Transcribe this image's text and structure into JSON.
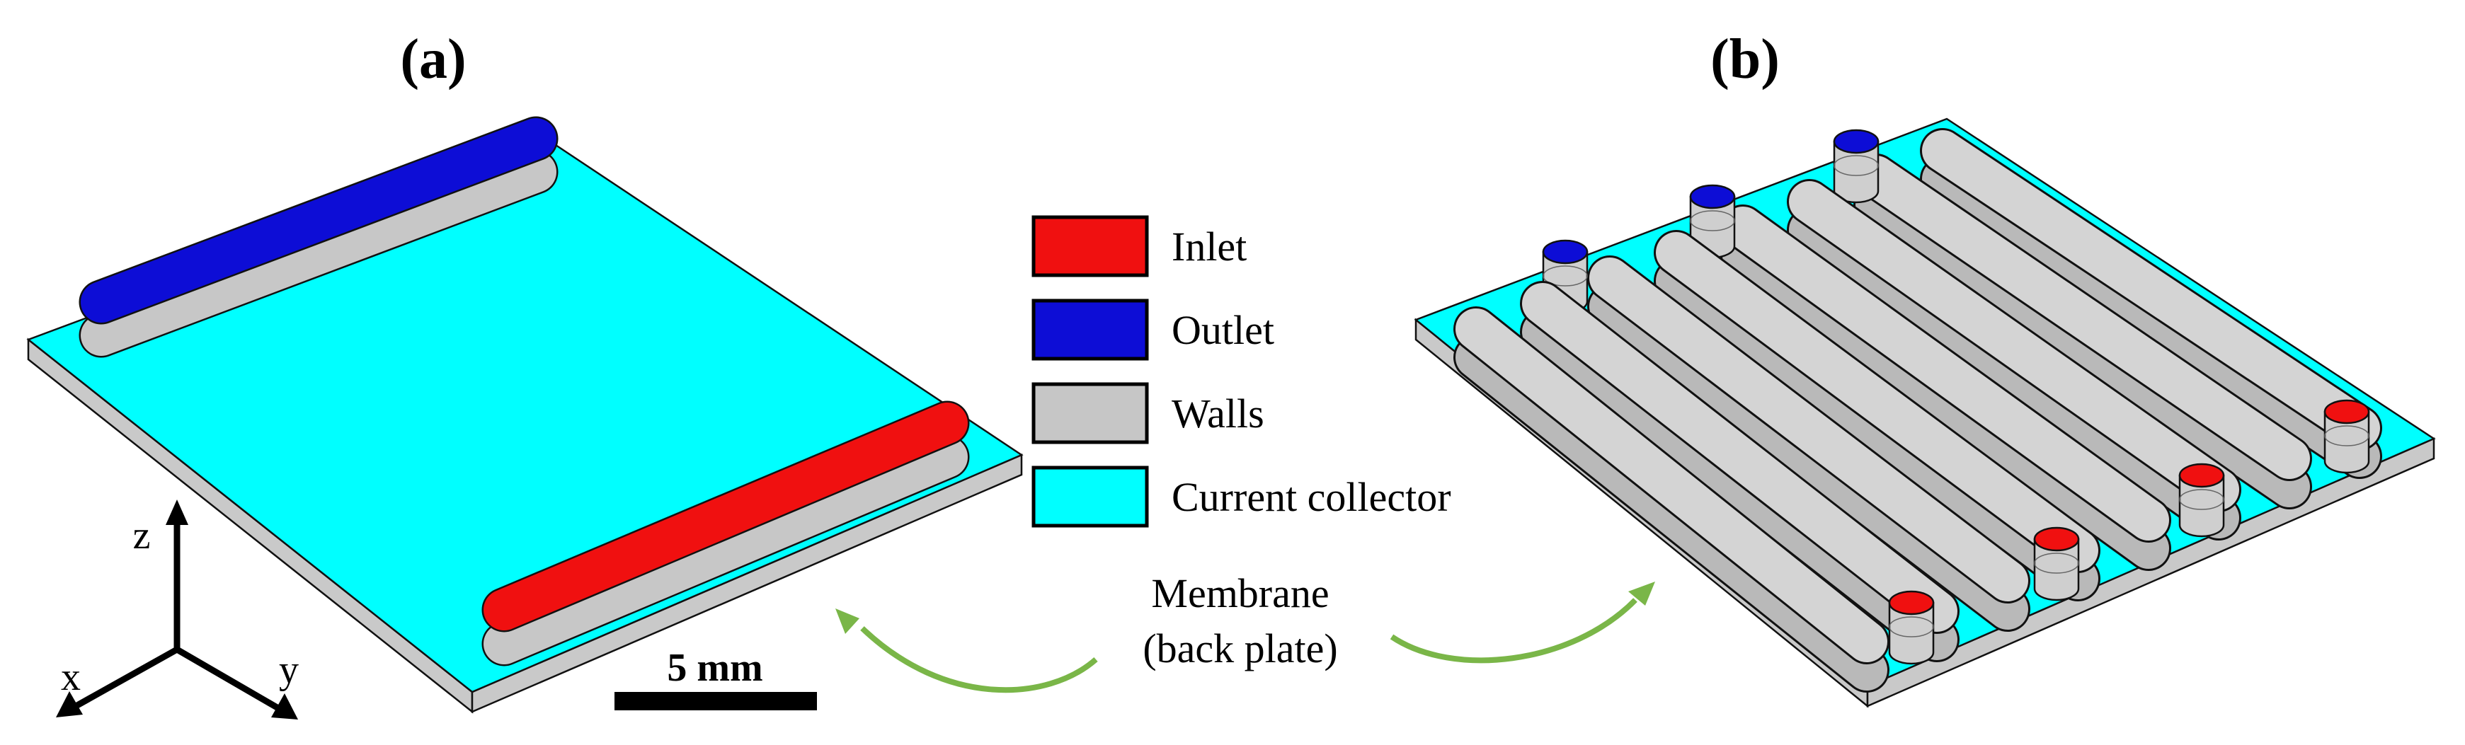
{
  "figure": {
    "panel_a": {
      "label": "(a)",
      "description": "flow-through cell: one inlet channel bar and one outlet channel bar on a current collector plate",
      "ports": [
        {
          "type": "outlet",
          "shape": "bar"
        },
        {
          "type": "inlet",
          "shape": "bar"
        }
      ]
    },
    "panel_b": {
      "label": "(b)",
      "description": "interdigitated cell: eight walls with alternating inlet and outlet holes on a current collector plate",
      "walls_count": 8,
      "ports": [
        {
          "type": "outlet",
          "shape": "cylinder"
        },
        {
          "type": "outlet",
          "shape": "cylinder"
        },
        {
          "type": "outlet",
          "shape": "cylinder"
        },
        {
          "type": "inlet",
          "shape": "cylinder"
        },
        {
          "type": "inlet",
          "shape": "cylinder"
        },
        {
          "type": "inlet",
          "shape": "cylinder"
        },
        {
          "type": "inlet",
          "shape": "cylinder"
        }
      ]
    }
  },
  "legend": {
    "items": [
      {
        "label": "Inlet",
        "color": "#f01010"
      },
      {
        "label": "Outlet",
        "color": "#0d0dd6"
      },
      {
        "label": "Walls",
        "color": "#c6c6c6"
      },
      {
        "label": "Current collector",
        "color": "#00ffff"
      }
    ]
  },
  "annotation": {
    "membrane_line1": "Membrane",
    "membrane_line2": "(back plate)",
    "arrow_color": "#7ab648"
  },
  "scale_bar": {
    "label": "5 mm"
  },
  "axes": {
    "x": "x",
    "y": "y",
    "z": "z"
  },
  "colors": {
    "current_collector": "#00ffff",
    "plate_side": "#c9c9c9",
    "wall_top": "#d4d4d4",
    "wall_side": "#b9b9b9",
    "wall_side_a": "#c7c7c7",
    "inlet": "#f01010",
    "outlet": "#0d0dd6",
    "outline": "#111111"
  }
}
